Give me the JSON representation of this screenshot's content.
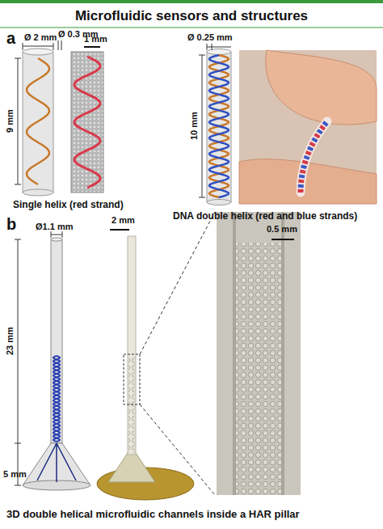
{
  "diagram": {
    "title": "Microfluidic sensors and structures",
    "labels": [
      "a",
      "Ø 2 mm",
      "Ø 0.3 mm",
      "1 mm",
      "9 mm",
      "Single helix (red strand)",
      "Ø 0.25 mm",
      "10 mm",
      "DNA double helix (red and blue strands)",
      "b",
      "Ø1.1 mm",
      "2 mm",
      "23 mm",
      "5 mm",
      "0.5 mm",
      "3D double helical microfluidic channels inside a HAR pillar"
    ]
  }
}
